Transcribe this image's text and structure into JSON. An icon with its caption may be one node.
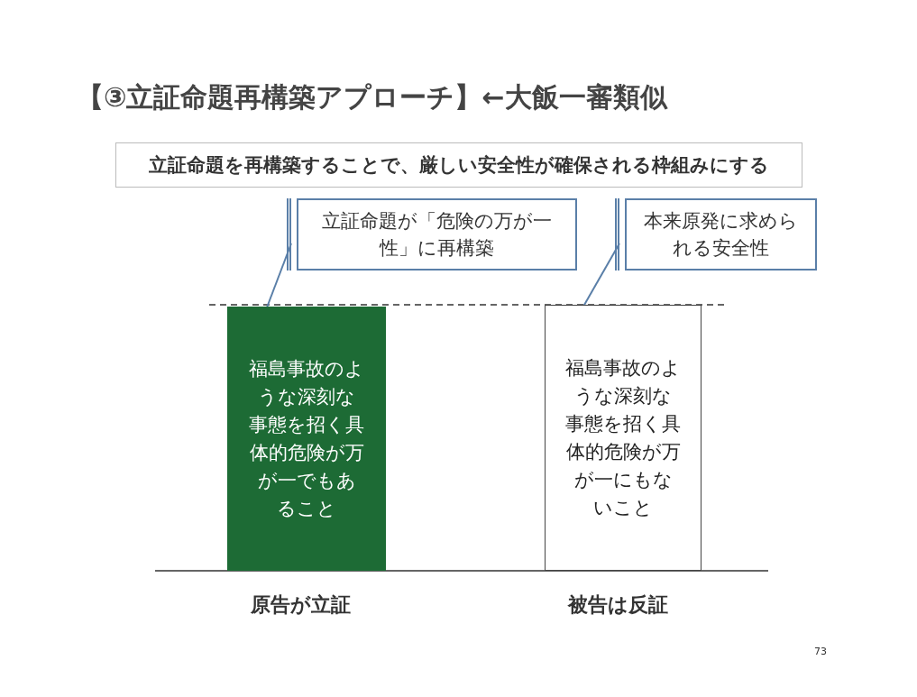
{
  "diagram": {
    "title": "【③立証命題再構築アプローチ】←大飯一審類似",
    "nodes": [
      {
        "text": [
          "立証命題を再構築することで、厳しい安全性が確保される枠組みにする"
        ]
      },
      {
        "text": [
          "立証命題が「危険の万が一性」に再構築"
        ]
      },
      {
        "text": [
          "本来原発に求められる安全性"
        ]
      },
      {
        "text": [
          "福島事故のような深刻な事態を招く具体的危険が万が一でもあること"
        ]
      },
      {
        "text": [
          "福島事故のような深刻な事態を招く具体的危険が万が一にもないこと"
        ]
      }
    ],
    "edges": [
      {
        "from": 1,
        "to": 3,
        "arrow": "none"
      },
      {
        "from": 2,
        "to": 4,
        "arrow": "none"
      }
    ],
    "labels": [
      "原告が立証",
      "被告は反証",
      "73"
    ]
  }
}
